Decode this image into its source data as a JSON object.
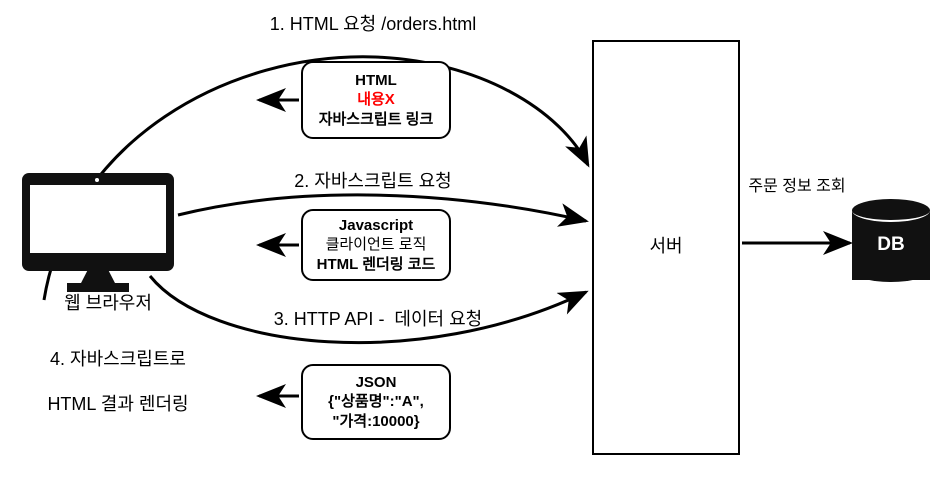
{
  "diagram": {
    "title_present": false,
    "colors": {
      "stroke": "#000000",
      "background": "#ffffff",
      "accent_red": "#ff0000",
      "icon_fill": "#111111",
      "db_text": "#ffffff"
    },
    "nodes": {
      "browser": {
        "caption": "웹 브라우저",
        "note_line1": "4. 자바스크립트로",
        "note_line2": "HTML 결과 렌더링"
      },
      "server": {
        "label": "서버"
      },
      "database": {
        "label": "DB"
      }
    },
    "edges": [
      {
        "id": "step1",
        "label": "1. HTML 요청 /orders.html",
        "from": "browser",
        "to": "server"
      },
      {
        "id": "step2",
        "label": "2. 자바스크립트 요청",
        "from": "browser",
        "to": "server"
      },
      {
        "id": "step3",
        "label": "3. HTTP API -  데이터 요청",
        "from": "browser",
        "to": "server"
      },
      {
        "id": "db_query",
        "label": "주문 정보 조회",
        "from": "server",
        "to": "database"
      }
    ],
    "payloads": {
      "html": {
        "line1": "HTML",
        "line2": "내용X",
        "line3": "자바스크립트 링크"
      },
      "javascript": {
        "line1": "Javascript",
        "line2": "클라이언트 로직",
        "line3": "HTML 렌더링 코드"
      },
      "json": {
        "line1": "JSON",
        "line2": "{\"상품명\":\"A\",",
        "line3": "\"가격:10000}"
      }
    }
  }
}
